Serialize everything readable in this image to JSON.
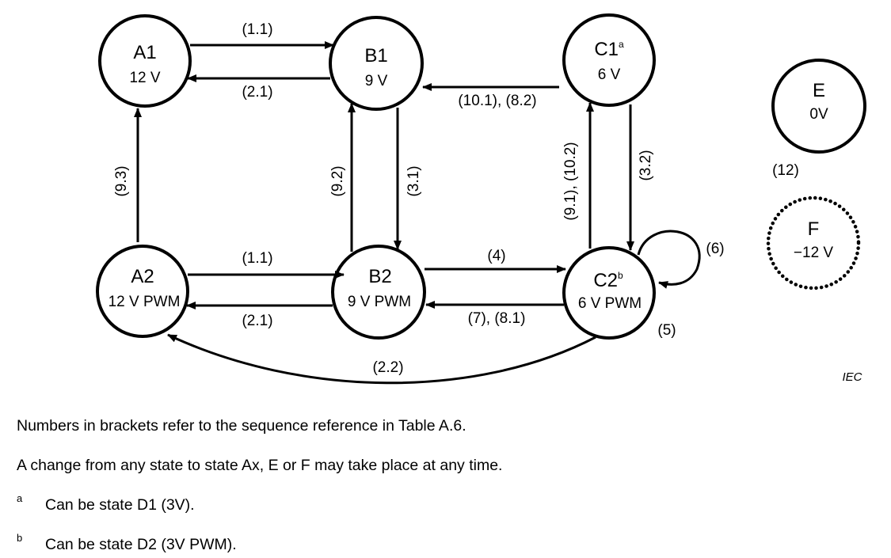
{
  "states": {
    "a1": {
      "name": "A1",
      "voltage": "12 V"
    },
    "b1": {
      "name": "B1",
      "voltage": "9 V"
    },
    "c1": {
      "name": "C1",
      "sup": "a",
      "voltage": "6 V"
    },
    "a2": {
      "name": "A2",
      "voltage": "12 V PWM"
    },
    "b2": {
      "name": "B2",
      "voltage": "9 V PWM"
    },
    "c2": {
      "name": "C2",
      "sup": "b",
      "voltage": "6 V PWM"
    },
    "e": {
      "name": "E",
      "voltage": "0V"
    },
    "f": {
      "name": "F",
      "voltage": "−12 V"
    }
  },
  "transitions": {
    "a1_b1": "(1.1)",
    "b1_a1": "(2.1)",
    "c1_b1": "(10.1), (8.2)",
    "a2_a1": "(9.3)",
    "b2_b1": "(9.2)",
    "b1_b2": "(3.1)",
    "c2_c1": "(9.1), (10.2)",
    "c1_c2": "(3.2)",
    "a2_b2": "(1.1)",
    "b2_a2": "(2.1)",
    "b2_c2": "(4)",
    "c2_b2": "(7), (8.1)",
    "c2_self": "(6)",
    "c2_stay": "(5)",
    "c2_a2": "(2.2)",
    "e_f": "(12)"
  },
  "watermark": "IEC",
  "notes": {
    "line1": "Numbers in brackets refer to the sequence reference in Table A.6.",
    "line2": "A change from any state to state Ax, E or F may take place at any time."
  },
  "footnotes": [
    {
      "mark": "a",
      "text": "Can be state D1 (3V)."
    },
    {
      "mark": "b",
      "text": "Can be state D2 (3V PWM)."
    }
  ]
}
